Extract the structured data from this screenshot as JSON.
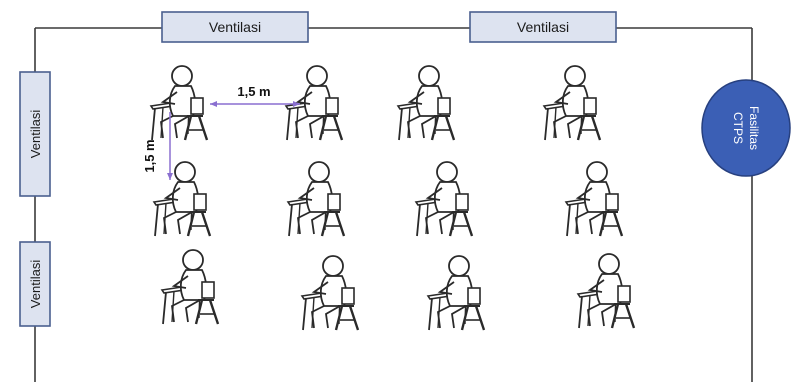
{
  "room": {
    "ventilation_top": [
      "Ventilasi",
      "Ventilasi"
    ],
    "ventilation_left": [
      "Ventilasi",
      "Ventilasi"
    ],
    "ctps_label_line1": "Fasilitas",
    "ctps_label_line2": "CTPS",
    "distance_horizontal": "1,5 m",
    "distance_vertical": "1,5 m",
    "rows": 3,
    "columns": 4
  },
  "colors": {
    "wall": "#3a3a3a",
    "vent_fill": "#dde3f0",
    "vent_border": "#4a5f8f",
    "ctps_fill": "#3b5fb5",
    "ctps_text": "#ffffff",
    "arrow": "#8a6fd0",
    "figure_stroke": "#2a2a2a"
  },
  "icons": {
    "student": "student-at-desk-icon"
  }
}
